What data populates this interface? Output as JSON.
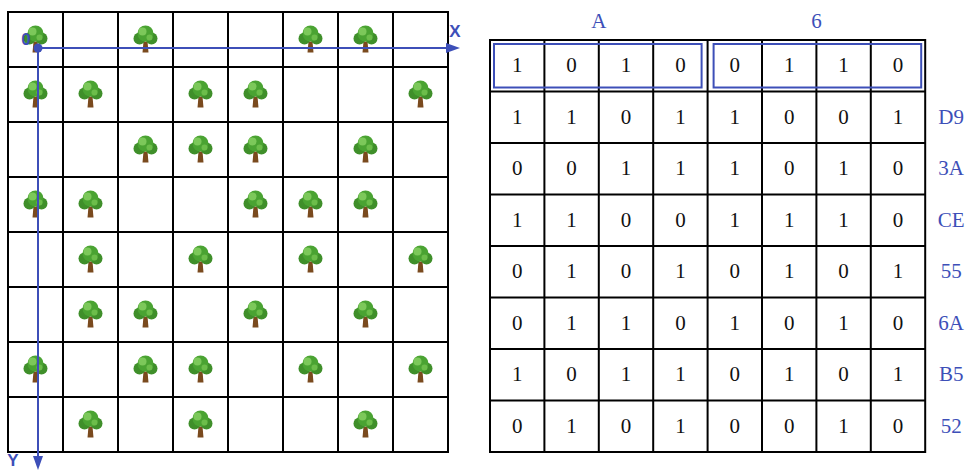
{
  "diagram": {
    "labels": [
      "0",
      "X",
      "Y",
      "A",
      "6",
      "1",
      "0",
      "1",
      "0",
      "0",
      "1",
      "1",
      "0",
      "1",
      "1",
      "0",
      "1",
      "1",
      "0",
      "0",
      "1",
      "D9",
      "0",
      "0",
      "1",
      "1",
      "1",
      "0",
      "1",
      "0",
      "3A",
      "1",
      "1",
      "0",
      "0",
      "1",
      "1",
      "1",
      "0",
      "CE",
      "0",
      "1",
      "0",
      "1",
      "0",
      "1",
      "0",
      "1",
      "55",
      "0",
      "1",
      "1",
      "0",
      "1",
      "0",
      "1",
      "0",
      "6A",
      "1",
      "0",
      "1",
      "1",
      "0",
      "1",
      "0",
      "1",
      "B5",
      "0",
      "1",
      "0",
      "1",
      "0",
      "0",
      "1",
      "0",
      "52"
    ]
  }
}
